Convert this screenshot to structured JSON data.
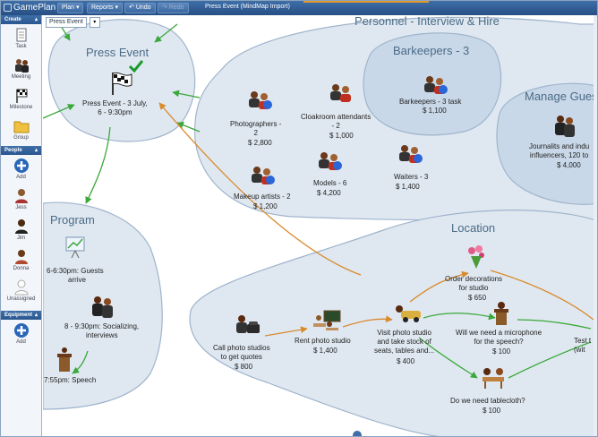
{
  "app": {
    "brand": "GamePlan",
    "window_title": "Press Event (MindMap Import)"
  },
  "toolbar": {
    "plan": "Plan",
    "reports": "Reports",
    "undo": "Undo",
    "redo": "Redo"
  },
  "breadcrumb": {
    "current": "Press Event"
  },
  "left_panel": {
    "create": {
      "header": "Create",
      "items": [
        "Task",
        "Meeting",
        "Milestone",
        "Group"
      ]
    },
    "people": {
      "header": "People",
      "items": [
        "Add",
        "Jess",
        "Jim",
        "Donna",
        "Unassigned"
      ]
    },
    "equipment": {
      "header": "Equipment",
      "items": [
        "Add"
      ]
    }
  },
  "nodes": {
    "press_event": {
      "title": "Press Event",
      "caption": "Press Event - 3 July,\n6 - 9:30pm"
    },
    "personnel": {
      "title": "Personnel - Interview & Hire"
    },
    "barkeepers": {
      "title": "Barkeepers - 3",
      "task": "Barkeepers - 3 task",
      "price": "$ 1,100"
    },
    "manage_guests": {
      "title": "Manage Gues",
      "caption": "Journalits and indu",
      "caption2": "influencers, 120 to",
      "price": "$ 4,000"
    },
    "photographers": {
      "label": "Photographers -",
      "label2": "2",
      "price": "$ 2,800"
    },
    "cloakroom": {
      "label": "Cloakroom attendants",
      "label2": "- 2",
      "price": "$ 1,000"
    },
    "makeup": {
      "label": "Makeup artists - 2",
      "price": "$ 1,200"
    },
    "models": {
      "label": "Models - 6",
      "price": "$ 4,200"
    },
    "waiters": {
      "label": "Waiters - 3",
      "price": "$ 1,400"
    },
    "program": {
      "title": "Program",
      "item1a": "6-6:30pm: Guests",
      "item1b": "arrive",
      "item2a": "8 - 9:30pm: Socializing,",
      "item2b": "interviews",
      "item3": "7:55pm: Speech"
    },
    "location": {
      "title": "Location"
    },
    "decorations": {
      "label": "Order decorations",
      "label2": "for studio",
      "price": "$ 650"
    },
    "call_studios": {
      "label": "Call photo studios",
      "label2": "to get quotes",
      "price": "$ 800"
    },
    "rent_studio": {
      "label": "Rent photo studio",
      "price": "$ 1,400"
    },
    "visit_studio": {
      "label": "Visit photo studio",
      "label2": "and take stock of",
      "label3": "seats, tables and...",
      "price": "$ 400"
    },
    "microphone": {
      "label": "Will we need a microphone",
      "label2": "for the speech?",
      "price": "$ 100"
    },
    "test": {
      "label": "Test t",
      "label2": "(wit"
    },
    "tablecloth": {
      "label": "Do we need tablecloth?",
      "price": "$ 100"
    }
  },
  "colors": {
    "accent": "#2a5690",
    "group_fill": "#dfe8f1",
    "group_stroke": "#9fb4cc",
    "arrow_green": "#3aa83a",
    "arrow_orange": "#d98a2c"
  }
}
